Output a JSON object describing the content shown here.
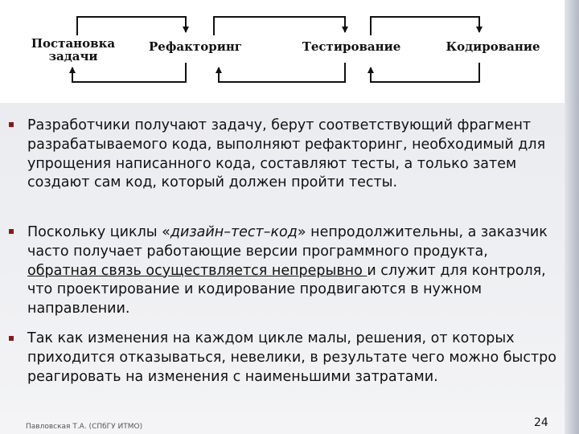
{
  "diagram": {
    "nodes": [
      {
        "label": "Постановка\nзадачи"
      },
      {
        "label": "Рефакторинг"
      },
      {
        "label": "Тестирование"
      },
      {
        "label": "Кодирование"
      }
    ]
  },
  "bullets": [
    {
      "text": "Разработчики получают задачу, берут соответствующий фрагмент разрабатываемого кода, выполняют рефакторинг, необходимый для упрощения написанного кода, составляют тесты, а только затем создают сам код, который должен пройти тесты."
    },
    {
      "part1": "Поскольку циклы «",
      "italic": "дизайн–тест–код",
      "part2": "» непродолжительны, а заказчик часто получает работающие версии программного продукта, ",
      "underlined": "обратная связь осуществляется непрерывно ",
      "part3": "и служит для контроля, что проектирование и кодирование продвигаются в нужном направлении."
    },
    {
      "text": "Так как изменения на каждом цикле малы, решения, от которых приходится отказываться, невелики, в результате чего можно быстро реагировать на изменения с наименьшими затратами."
    }
  ],
  "footer": {
    "author": "Павловская Т.А. (СПбГУ ИТМО)",
    "page_number": "24"
  }
}
